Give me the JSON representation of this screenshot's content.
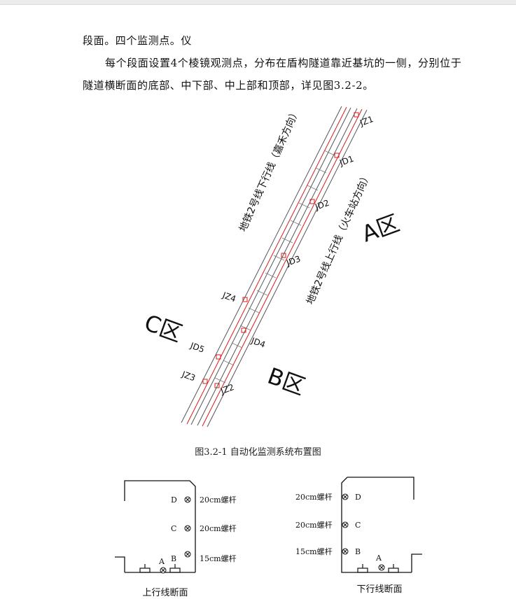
{
  "text": {
    "line1": "段面。四个监测点。仪",
    "line2": "每个段面设置4个棱镜观测点，分布在盾构隧道靠近基坑的一侧，分别位于",
    "line3": "隧道横断面的底部、中下部、中上部和顶部，详见图3.2-2。"
  },
  "figure1": {
    "caption": "图3.2-1 自动化监测系统布置图",
    "line_down_label": "地铁2号线下行线（嘉禾方向）",
    "line_up_label": "地铁2号线上行线（火车站方向）",
    "zones": {
      "a": "A区",
      "b": "B区",
      "c": "C区"
    },
    "points": [
      "JZ1",
      "JD1",
      "JD2",
      "JD3",
      "JZ4",
      "JD4",
      "JD5",
      "JZ3",
      "JZ2"
    ]
  },
  "figure2": {
    "left": {
      "caption": "上行线断面",
      "points": [
        {
          "letter": "D",
          "bolt": "20cm螺杆"
        },
        {
          "letter": "C",
          "bolt": "20cm螺杆"
        },
        {
          "letter": "B",
          "bolt": "15cm螺杆"
        }
      ],
      "bottom_letters": {
        "a": "A",
        "b": "B"
      }
    },
    "right": {
      "caption": "下行线断面",
      "points": [
        {
          "letter": "D",
          "bolt": "20cm螺杆"
        },
        {
          "letter": "C",
          "bolt": "20cm螺杆"
        },
        {
          "letter": "B",
          "bolt": "15cm螺杆"
        }
      ],
      "bottom_letters": {
        "a": "A"
      }
    }
  },
  "colors": {
    "rail": "#555555",
    "marker": "#d81b1b",
    "text": "#111111"
  }
}
